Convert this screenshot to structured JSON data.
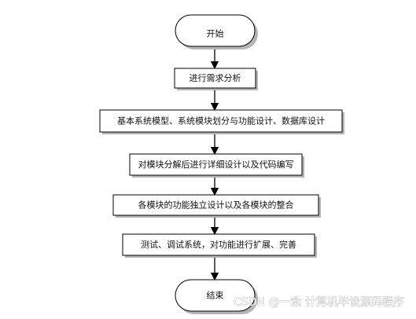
{
  "flowchart": {
    "start": "开始",
    "steps": [
      "进行需求分析",
      "基本系统模型、系统模块划分与功能设计、数据库设计",
      "对模块分解后进行详细设计以及代码编写",
      "各模块的功能独立设计以及各模块的整合",
      "测试、调试系统，对功能进行扩展、完善"
    ],
    "end": "结束"
  },
  "watermark": {
    "text": "CSDN @一念 计算机毕设源码程序"
  },
  "colors": {
    "stroke": "#000000",
    "shadow": "#b5b5b5",
    "fill": "#ffffff",
    "text": "#111111"
  }
}
